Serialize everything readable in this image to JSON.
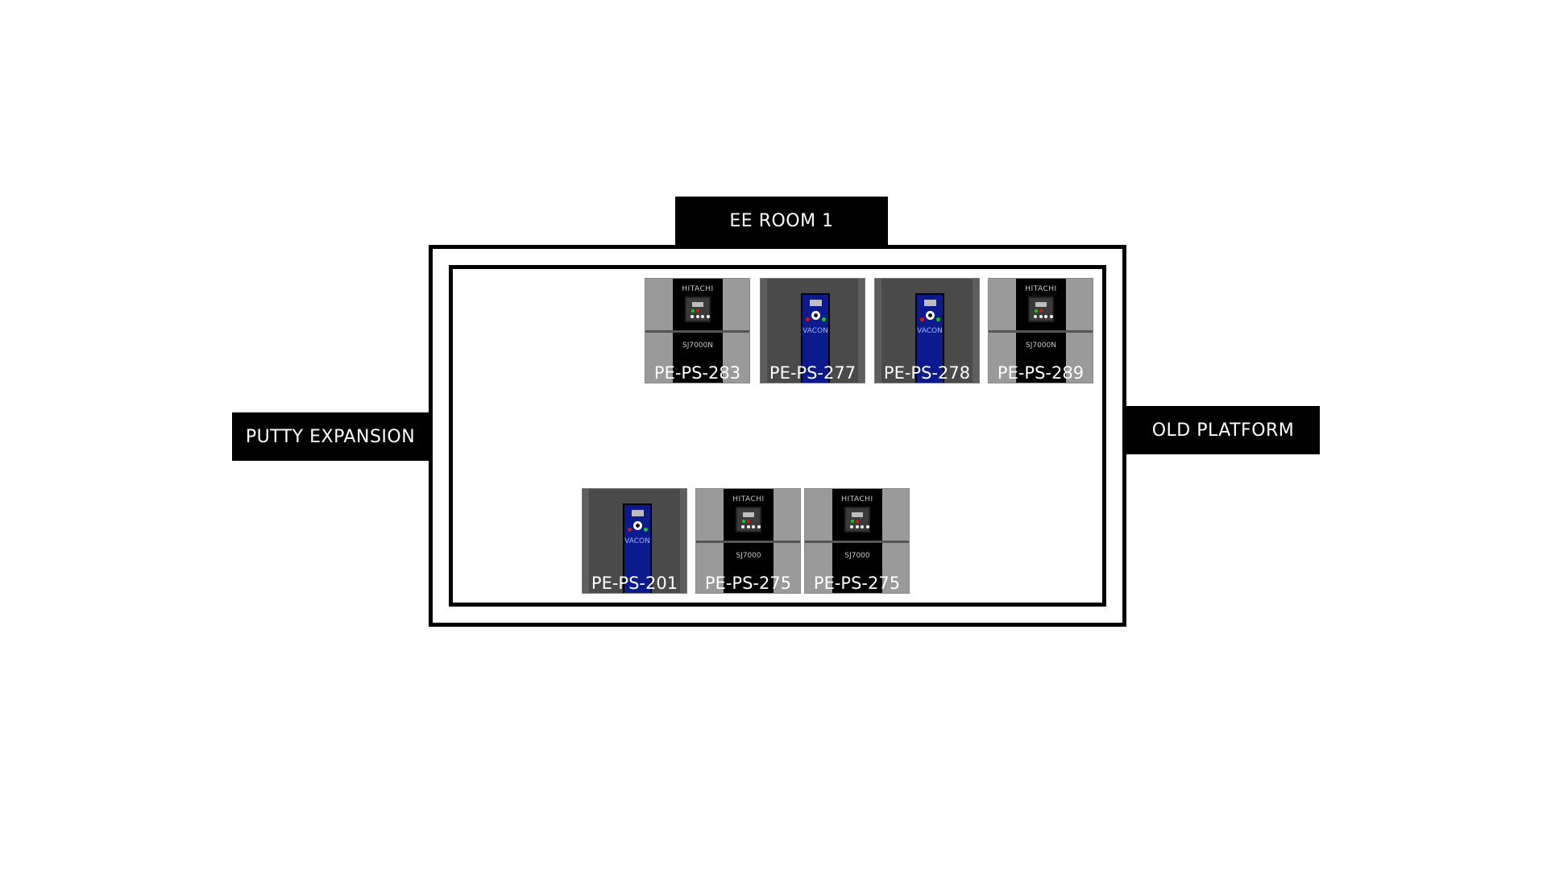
{
  "areas": {
    "ee_room": "EE ROOM 1",
    "left": "PUTTY EXPANSION",
    "right": "OLD PLATFORM"
  },
  "drives": [
    {
      "tag": "PE-PS-283",
      "brand": "HITACHI",
      "model": "SJ7000N",
      "type": "hitachi-drive"
    },
    {
      "tag": "PE-PS-277",
      "brand": "VACON",
      "model": "",
      "type": "vacon-drive"
    },
    {
      "tag": "PE-PS-278",
      "brand": "VACON",
      "model": "",
      "type": "vacon-drive"
    },
    {
      "tag": "PE-PS-289",
      "brand": "HITACHI",
      "model": "SJ7000N",
      "type": "hitachi-drive"
    },
    {
      "tag": "PE-PS-201",
      "brand": "VACON",
      "model": "",
      "type": "vacon-drive"
    },
    {
      "tag": "PE-PS-275",
      "brand": "HITACHI",
      "model": "SJ7000",
      "type": "hitachi-drive"
    },
    {
      "tag": "PE-PS-275",
      "brand": "HITACHI",
      "model": "SJ7000",
      "type": "hitachi-drive"
    }
  ],
  "colors": {
    "label_bg": "#000000",
    "label_text": "#ffffff",
    "vacon_blue": "#0b1a8c",
    "hitachi_grey": "#9a9a9a",
    "vacon_grey": "#4a4a4a"
  }
}
